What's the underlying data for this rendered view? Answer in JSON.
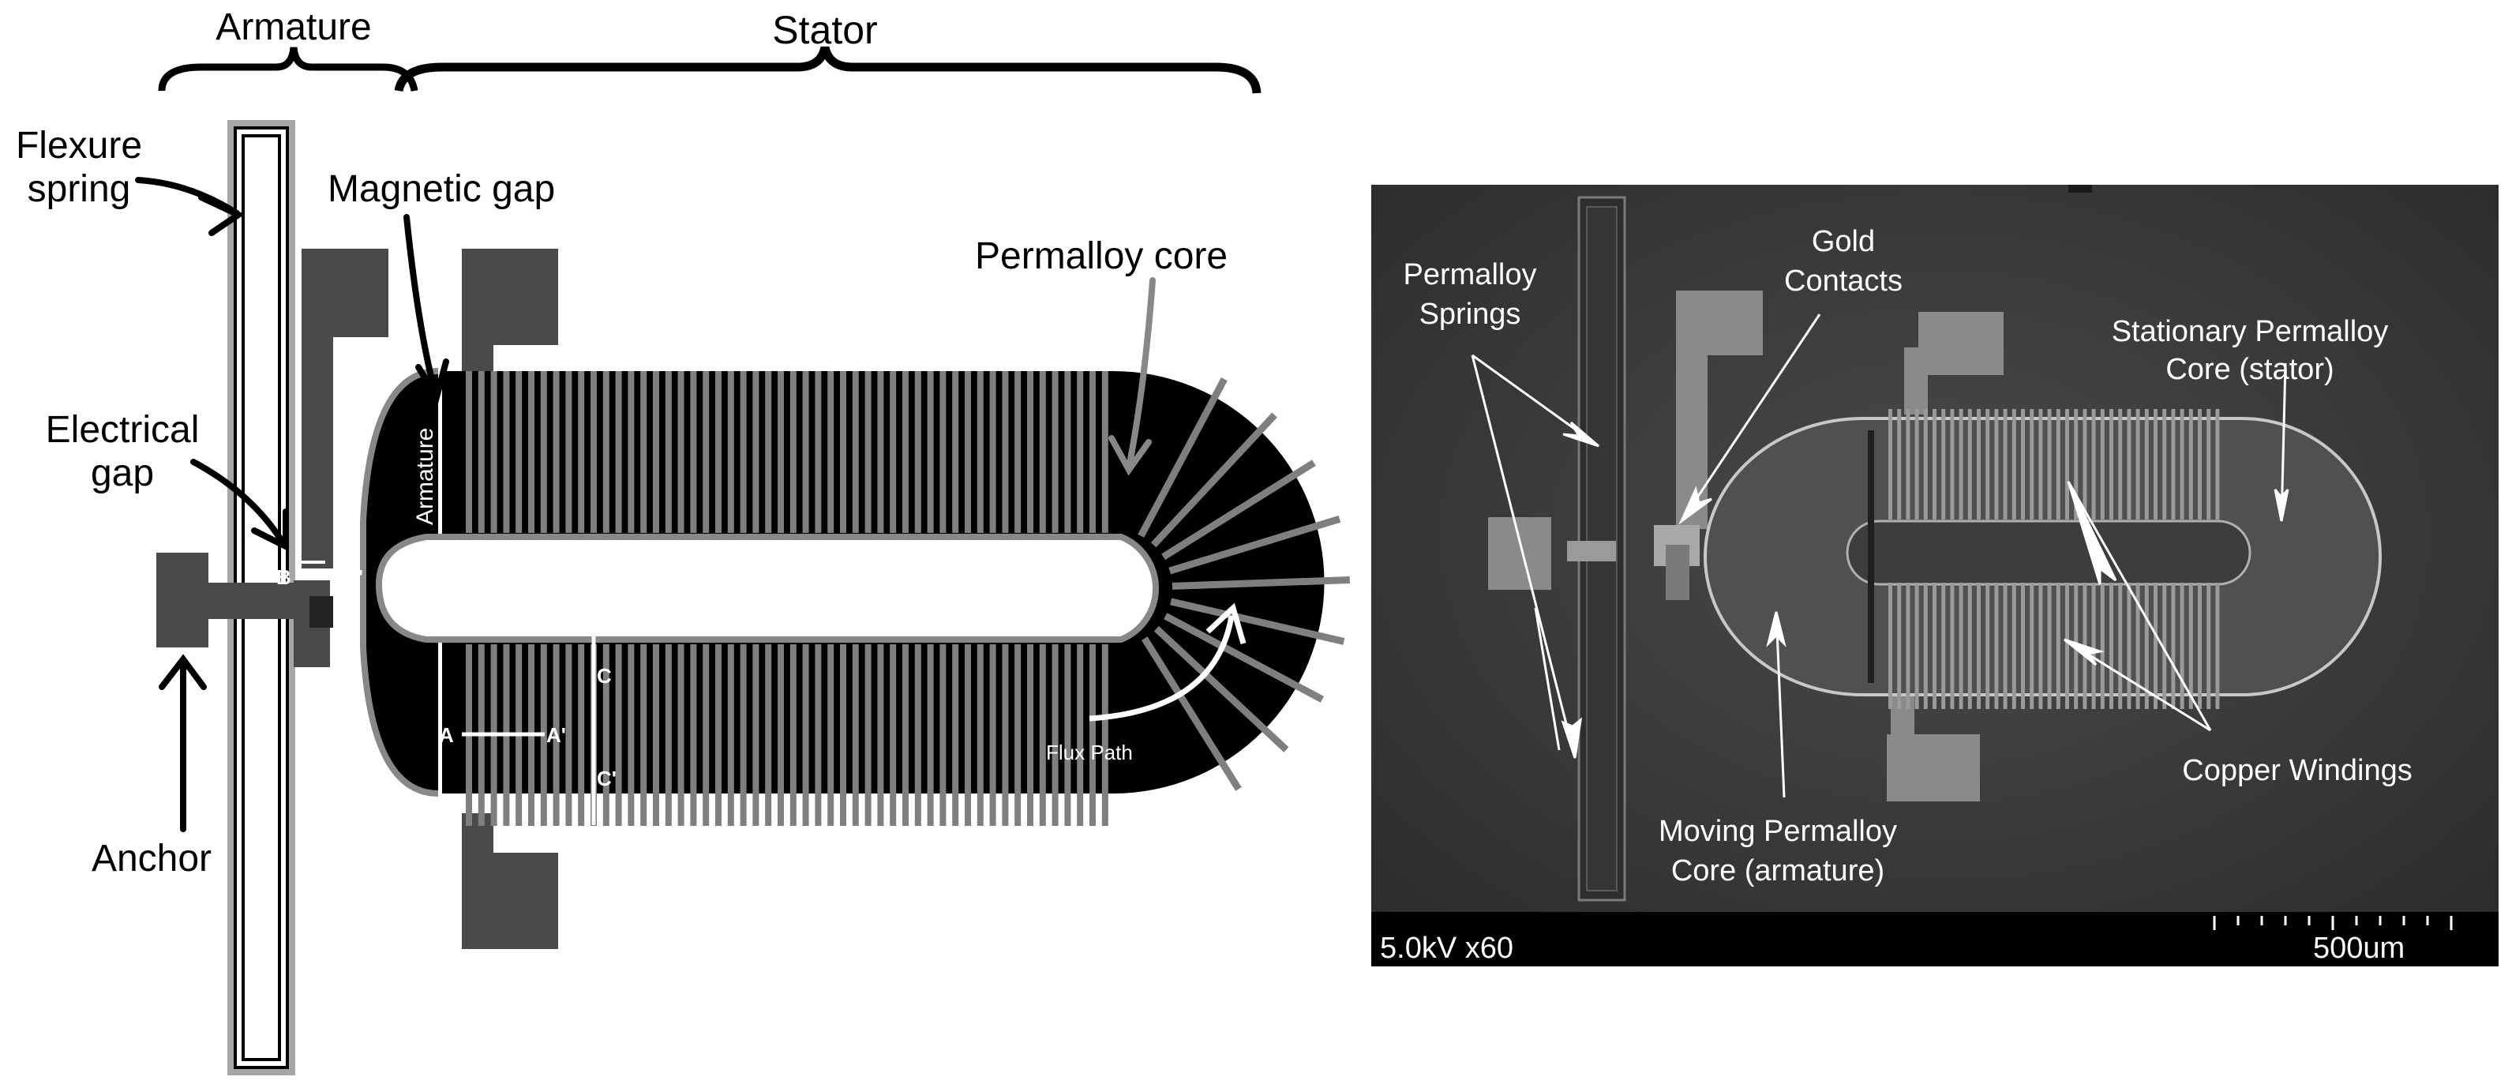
{
  "left_diagram": {
    "brace_labels": {
      "armature": "Armature",
      "stator": "Stator"
    },
    "callouts": {
      "flexure_line1": "Flexure",
      "flexure_line2": "spring",
      "magnetic_gap": "Magnetic gap",
      "permalloy_core": "Permalloy core",
      "electrical_line1": "Electrical",
      "electrical_line2": "gap",
      "anchor": "Anchor"
    },
    "inner_labels": {
      "armature_vertical": "Armature",
      "b": "B",
      "b_prime": "B'",
      "a": "A",
      "a_prime": "A'",
      "c": "C",
      "c_prime": "C'",
      "flux_path": "Flux Path"
    }
  },
  "sem_image": {
    "labels": {
      "permalloy_springs_1": "Permalloy",
      "permalloy_springs_2": "Springs",
      "gold_contacts_1": "Gold",
      "gold_contacts_2": "Contacts",
      "stationary_core_1": "Stationary Permalloy",
      "stationary_core_2": "Core (stator)",
      "copper_windings": "Copper Windings",
      "moving_core_1": "Moving Permalloy",
      "moving_core_2": "Core (armature)"
    },
    "info_bar": {
      "voltage_mag": "5.0kV x60",
      "scale": "500um"
    }
  }
}
